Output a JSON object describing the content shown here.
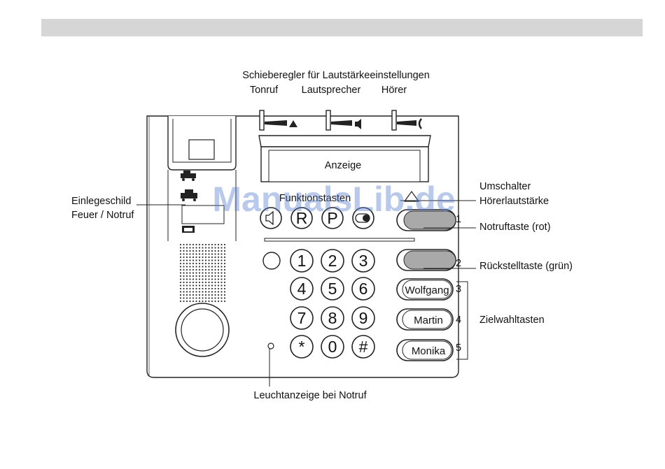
{
  "diagram": {
    "title_slider": "Schieberegler für Lautstärkeeinstellungen",
    "slider_labels": [
      "Tonruf",
      "Lautsprecher",
      "Hörer"
    ],
    "display_label": "Anzeige",
    "function_keys_label": "Funktionstasten",
    "keypad": [
      "1",
      "2",
      "3",
      "4",
      "5",
      "6",
      "7",
      "8",
      "9",
      "*",
      "0",
      "#"
    ],
    "function_keys": [
      "R",
      "P"
    ],
    "speed_dial": [
      "Wolfgang",
      "Martin",
      "Monika"
    ],
    "key_numbers": [
      "1",
      "2",
      "3",
      "4",
      "5"
    ],
    "callouts": {
      "insert_label_line1": "Einlegeschild",
      "insert_label_line2": "Feuer / Notruf",
      "switch_line1": "Umschalter",
      "switch_line2": "Hörerlautstärke",
      "emergency_key": "Notruftaste (rot)",
      "reset_key": "Rückstelltaste (grün)",
      "speed_dial_keys": "Zielwahltasten",
      "indicator": "Leuchtanzeige bei Notruf"
    },
    "watermark": "ManualsLib.de"
  },
  "colors": {
    "key_fill_grey": "#a9a9a9",
    "watermark": "#5b7fd0"
  }
}
